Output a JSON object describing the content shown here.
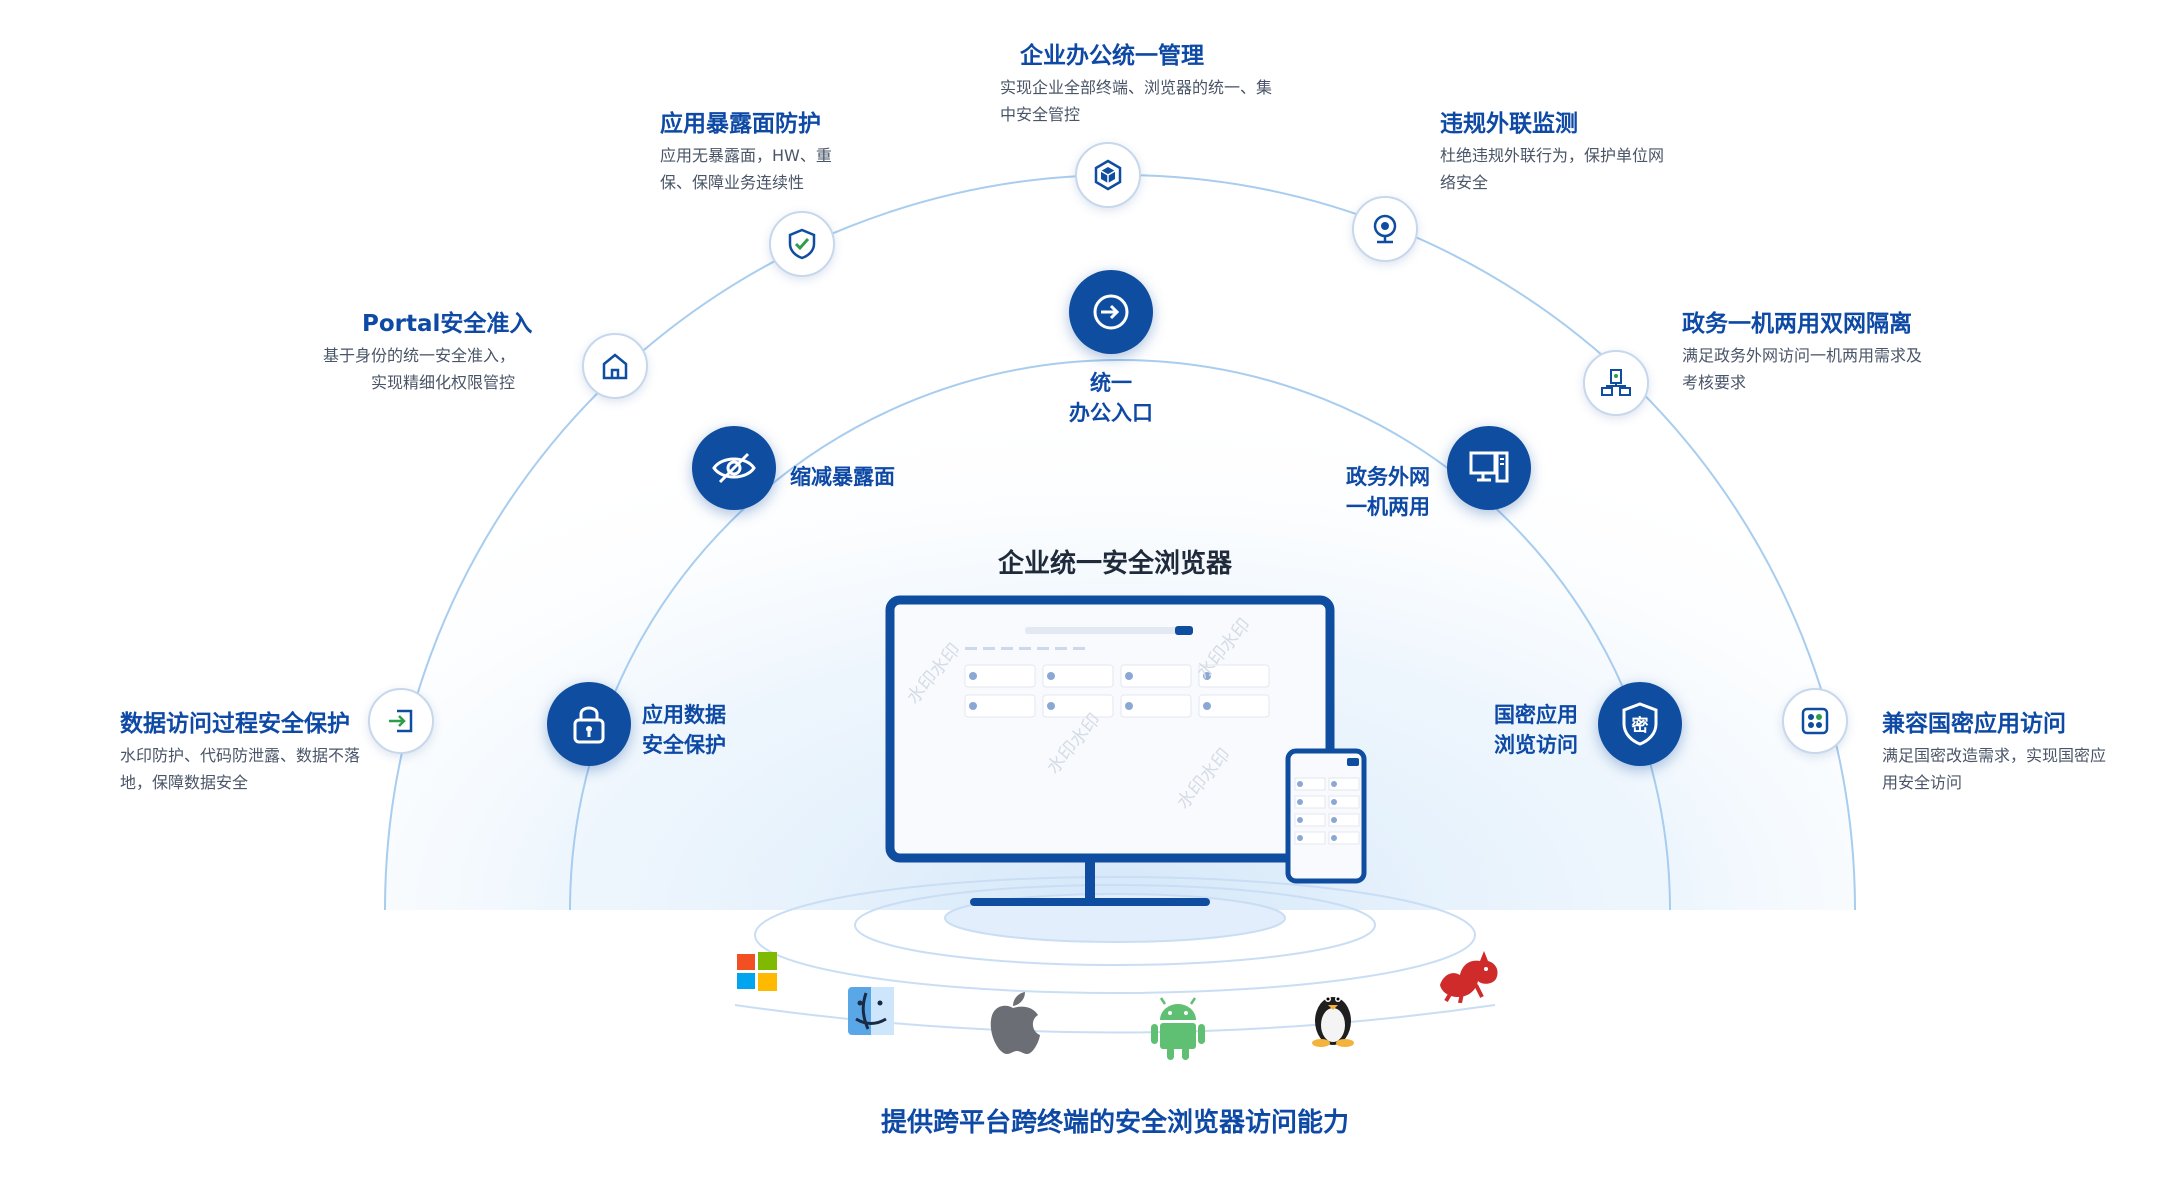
{
  "center": {
    "title": "企业统一安全浏览器",
    "bottom_caption": "提供跨平台跨终端的安全浏览器访问能力",
    "watermark": "水印水印"
  },
  "outer_features": [
    {
      "id": "office",
      "title": "企业办公统一管理",
      "desc": "实现企业全部终端、浏览器的统一、集中安全管控",
      "icon": "cube-icon"
    },
    {
      "id": "exposure",
      "title": "应用暴露面防护",
      "desc": "应用无暴露面，HW、重保、保障业务连续性",
      "icon": "shield-check-icon"
    },
    {
      "id": "illegal",
      "title": "违规外联监测",
      "desc": "杜绝违规外联行为，保护单位网络安全",
      "icon": "webcam-icon"
    },
    {
      "id": "portal",
      "title": "Portal安全准入",
      "desc": "基于身份的统一安全准入，实现精细化权限管控",
      "icon": "home-icon"
    },
    {
      "id": "gov",
      "title": "政务一机两用双网隔离",
      "desc": "满足政务外网访问一机两用需求及考核要求",
      "icon": "network-icon"
    },
    {
      "id": "data",
      "title": "数据访问过程安全保护",
      "desc": "水印防护、代码防泄露、数据不落地，保障数据安全",
      "icon": "login-icon"
    },
    {
      "id": "compat",
      "title": "兼容国密应用访问",
      "desc": "满足国密改造需求，实现国密应用安全访问",
      "icon": "apps-icon"
    }
  ],
  "inner_features": [
    {
      "id": "entry",
      "label_l1": "统一",
      "label_l2": "办公入口",
      "icon": "enter-icon"
    },
    {
      "id": "reduce",
      "label_l1": "缩减暴露面",
      "label_l2": "",
      "icon": "eye-off-icon"
    },
    {
      "id": "govnet",
      "label_l1": "政务外网",
      "label_l2": "一机两用",
      "icon": "monitor-icon"
    },
    {
      "id": "appdata",
      "label_l1": "应用数据",
      "label_l2": "安全保护",
      "icon": "lock-icon"
    },
    {
      "id": "sm",
      "label_l1": "国密应用",
      "label_l2": "浏览访问",
      "icon": "sm-shield-icon"
    }
  ],
  "inner_sm_glyph": "密",
  "os_platforms": [
    "windows-icon",
    "finder-icon",
    "apple-icon",
    "android-icon",
    "linux-icon",
    "kylin-icon"
  ],
  "colors": {
    "primary": "#0f4da0",
    "title": "#0e4aa5",
    "arc": "#9cc6ec"
  }
}
